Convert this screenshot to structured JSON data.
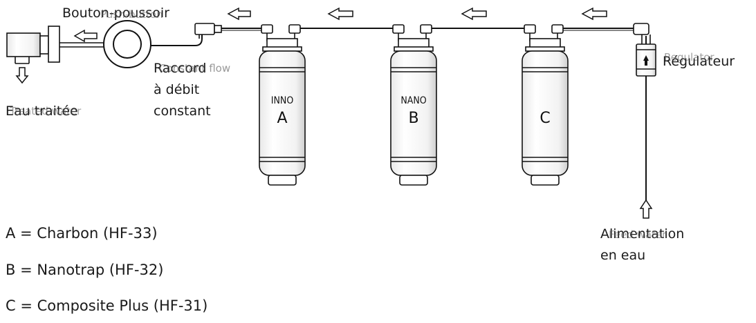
{
  "labels": {
    "push_button_fr": "Bouton-poussoir",
    "push_button_en": "Push-button",
    "connector_fr_line1": "Raccord",
    "connector_fr_line2": "à débit",
    "connector_fr_line3": "constant",
    "connector_en": "Constant flow",
    "treated_water_fr": "Eau traitée",
    "treated_water_en": "Treated water",
    "regulator_fr": "Régulateur",
    "regulator_en": "Regulator",
    "water_supply_fr_line1": "Alimentation",
    "water_supply_fr_line2": "en eau",
    "water_supply_en": "Feed water"
  },
  "filters": [
    {
      "brand": "INNO",
      "letter": "A"
    },
    {
      "brand": "NANO",
      "letter": "B"
    },
    {
      "brand": "",
      "letter": "C"
    }
  ],
  "legend": [
    "A = Charbon (HF-33)",
    "B = Nanotrap (HF-32)",
    "C = Composite Plus (HF-31)"
  ]
}
